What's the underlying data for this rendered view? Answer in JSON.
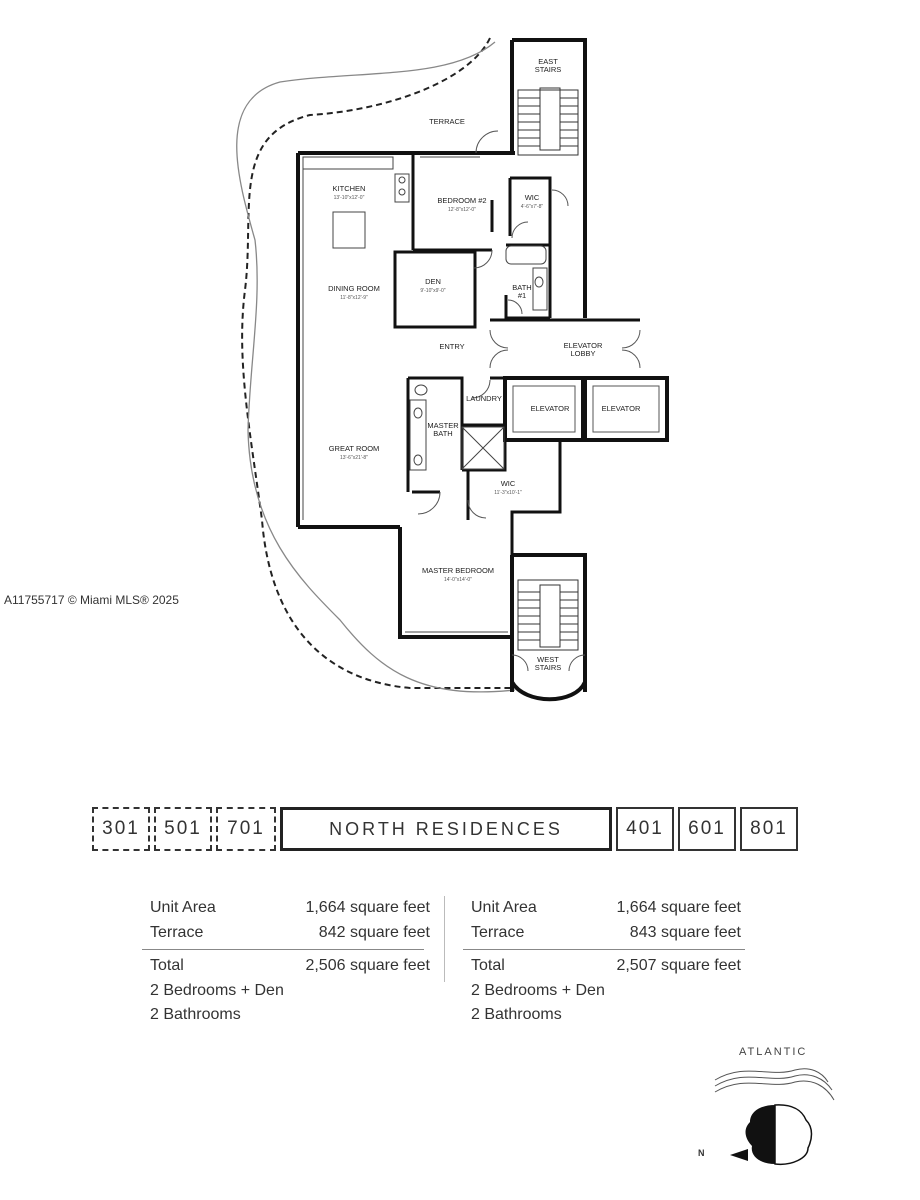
{
  "plan": {
    "rooms": [
      {
        "id": "east-stairs",
        "name_lines": [
          "EAST",
          "STAIRS"
        ],
        "dim": ""
      },
      {
        "id": "terrace",
        "name_lines": [
          "TERRACE"
        ],
        "dim": ""
      },
      {
        "id": "kitchen",
        "name_lines": [
          "KITCHEN"
        ],
        "dim": "13'-10\"x12'-0\""
      },
      {
        "id": "bedroom-2",
        "name_lines": [
          "BEDROOM #2"
        ],
        "dim": "12'-8\"x12'-0\""
      },
      {
        "id": "wic-1",
        "name_lines": [
          "WIC"
        ],
        "dim": "4'-6\"x7'-8\""
      },
      {
        "id": "dining-room",
        "name_lines": [
          "DINING ROOM"
        ],
        "dim": "11'-8\"x12'-9\""
      },
      {
        "id": "den",
        "name_lines": [
          "DEN"
        ],
        "dim": "9'-10\"x9'-0\""
      },
      {
        "id": "bath-1",
        "name_lines": [
          "BATH",
          "#1"
        ],
        "dim": ""
      },
      {
        "id": "entry",
        "name_lines": [
          "ENTRY"
        ],
        "dim": ""
      },
      {
        "id": "elevator-lobby",
        "name_lines": [
          "ELEVATOR",
          "LOBBY"
        ],
        "dim": ""
      },
      {
        "id": "laundry",
        "name_lines": [
          "LAUNDRY"
        ],
        "dim": ""
      },
      {
        "id": "elevator-1",
        "name_lines": [
          "ELEVATOR"
        ],
        "dim": ""
      },
      {
        "id": "elevator-2",
        "name_lines": [
          "ELEVATOR"
        ],
        "dim": ""
      },
      {
        "id": "master-bath",
        "name_lines": [
          "MASTER",
          "BATH"
        ],
        "dim": ""
      },
      {
        "id": "great-room",
        "name_lines": [
          "GREAT ROOM"
        ],
        "dim": "13'-6\"x21'-8\""
      },
      {
        "id": "wic-2",
        "name_lines": [
          "WIC"
        ],
        "dim": "11'-3\"x10'-1\""
      },
      {
        "id": "master-bedroom",
        "name_lines": [
          "MASTER BEDROOM"
        ],
        "dim": "14'-0\"x14'-0\""
      },
      {
        "id": "west-stairs",
        "name_lines": [
          "WEST",
          "STAIRS"
        ],
        "dim": ""
      }
    ]
  },
  "watermark": "A11755717 © Miami MLS® 2025",
  "unit_selector": {
    "left_units": [
      "301",
      "501",
      "701"
    ],
    "title": "NORTH RESIDENCES",
    "right_units": [
      "401",
      "601",
      "801"
    ]
  },
  "stats_left": {
    "unit_area_label": "Unit Area",
    "unit_area_value": "1,664 square feet",
    "terrace_label": "Terrace",
    "terrace_value": "842 square feet",
    "total_label": "Total",
    "total_value": "2,506 square feet",
    "bedrooms": "2 Bedrooms + Den",
    "bathrooms": "2 Bathrooms"
  },
  "stats_right": {
    "unit_area_label": "Unit Area",
    "unit_area_value": "1,664 square feet",
    "terrace_label": "Terrace",
    "terrace_value": "843 square feet",
    "total_label": "Total",
    "total_value": "2,507 square feet",
    "bedrooms": "2 Bedrooms + Den",
    "bathrooms": "2 Bathrooms"
  },
  "compass": {
    "ocean_label": "ATLANTIC",
    "north_label": "N",
    "icon": "compass-rose-icon"
  }
}
